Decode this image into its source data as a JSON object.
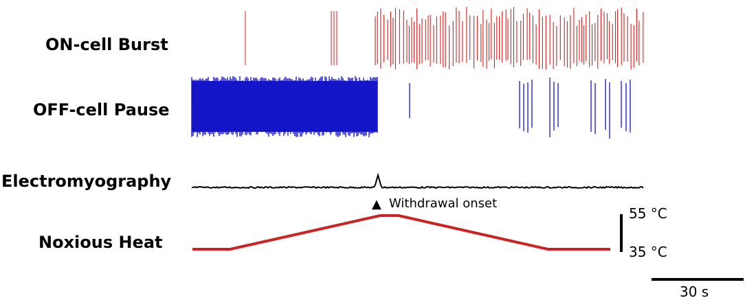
{
  "labels": {
    "on_cell": "ON-cell Burst",
    "off_cell": "OFF-cell Pause",
    "emg": "Electromyography",
    "heat": "Noxious Heat"
  },
  "annotation": {
    "marker_symbol": "▲",
    "text": "Withdrawal onset"
  },
  "temperature_scale": {
    "high": "55 °C",
    "low": "35 °C"
  },
  "time_scale": {
    "label": "30 s"
  },
  "colors": {
    "on_cell": "#d42020",
    "off_cell": "#1414c8",
    "emg": "#000000",
    "heat": "#cc2222",
    "scale": "#000000"
  }
}
